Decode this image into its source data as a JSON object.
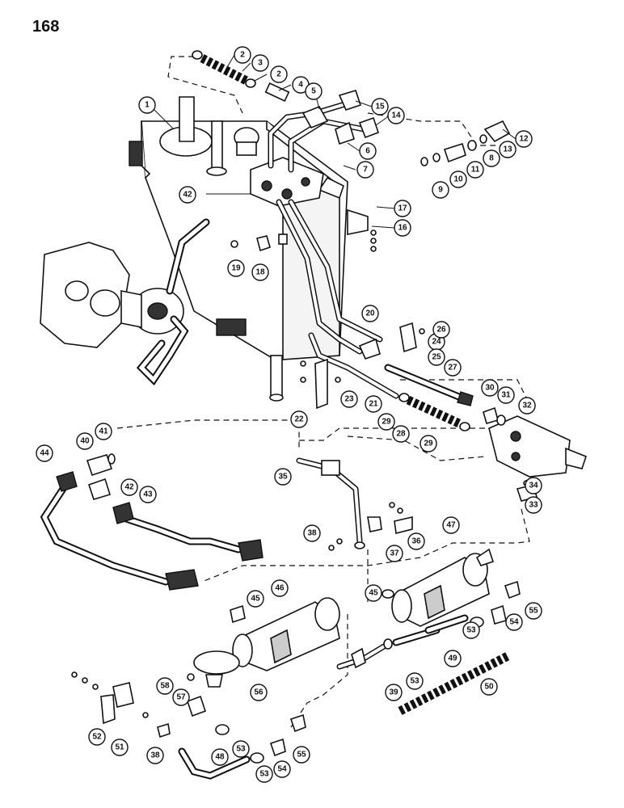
{
  "page": {
    "number": "168"
  },
  "callouts": [
    "1",
    "2",
    "2",
    "3",
    "4",
    "5",
    "6",
    "7",
    "8",
    "9",
    "10",
    "11",
    "12",
    "13",
    "14",
    "15",
    "16",
    "17",
    "18",
    "19",
    "20",
    "21",
    "22",
    "23",
    "24",
    "25",
    "26",
    "27",
    "28",
    "29",
    "29",
    "30",
    "31",
    "32",
    "33",
    "34",
    "35",
    "36",
    "37",
    "38",
    "38",
    "39",
    "40",
    "41",
    "42",
    "42",
    "43",
    "44",
    "45",
    "45",
    "46",
    "47",
    "48",
    "49",
    "50",
    "51",
    "52",
    "53",
    "53",
    "53",
    "53",
    "54",
    "54",
    "55",
    "55",
    "56",
    "57",
    "58"
  ]
}
